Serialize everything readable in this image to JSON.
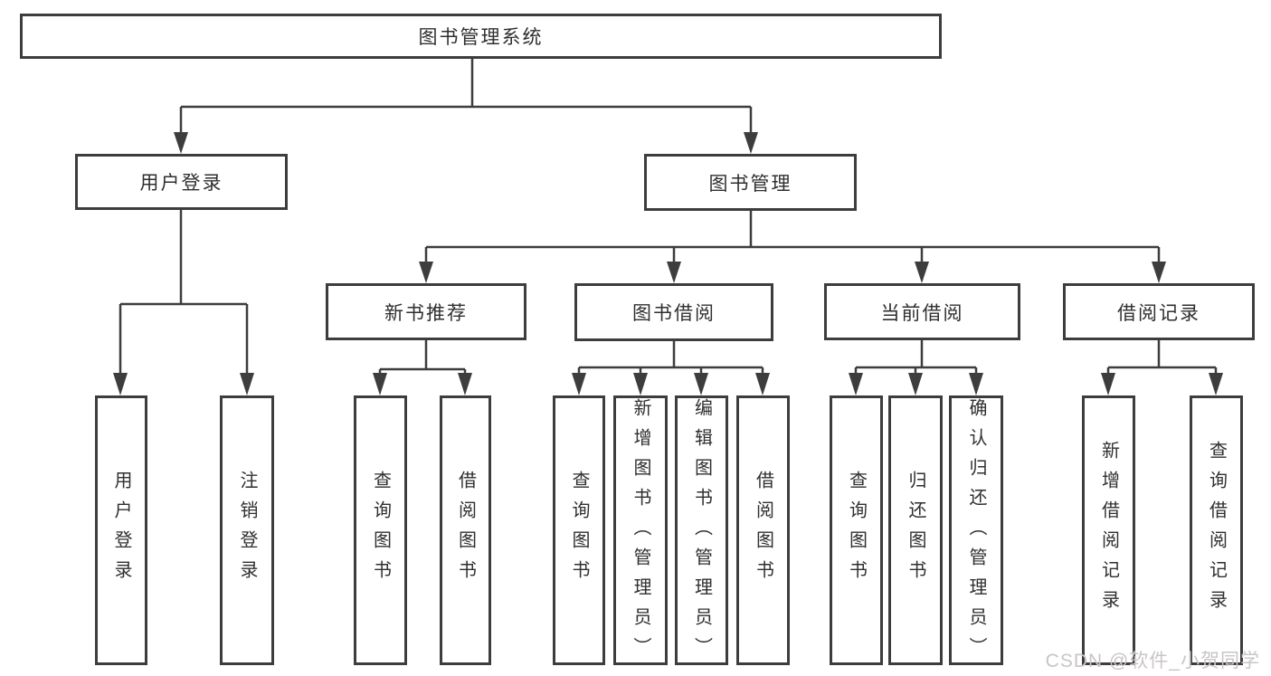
{
  "diagram": {
    "root": {
      "label": "图书管理系统"
    },
    "level2": [
      {
        "label": "用户登录"
      },
      {
        "label": "图书管理"
      }
    ],
    "level3": [
      {
        "label": "新书推荐"
      },
      {
        "label": "图书借阅"
      },
      {
        "label": "当前借阅"
      },
      {
        "label": "借阅记录"
      }
    ],
    "leaves": {
      "user_login": [
        "用户登录",
        "注销登录"
      ],
      "new_book": [
        "查询图书",
        "借阅图书"
      ],
      "book_borrow": [
        "查询图书",
        "新增图书（管理员）",
        "编辑图书（管理员）",
        "借阅图书"
      ],
      "current_borrow": [
        "查询图书",
        "归还图书",
        "确认归还（管理员）"
      ],
      "borrow_record": [
        "新增借阅记录",
        "查询借阅记录"
      ]
    }
  },
  "watermark": "CSDN @软件_小贺同学",
  "colors": {
    "line": "#3d3d3d",
    "border": "#3d3d3d",
    "text": "#2f2f2f",
    "watermark": "#cac4c6",
    "background": "#ffffff"
  }
}
